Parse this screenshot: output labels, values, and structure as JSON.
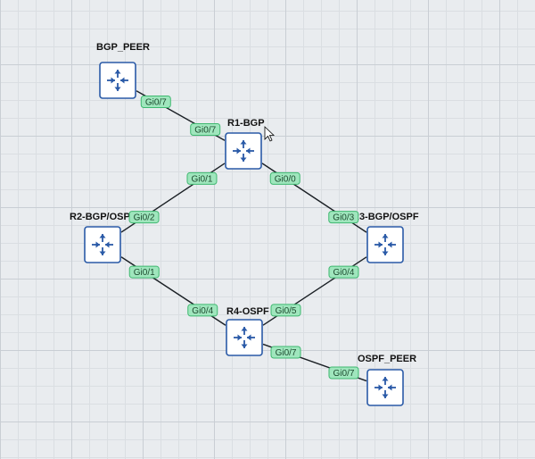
{
  "colors": {
    "node_border": "#2a5aa7",
    "port_fill": "#9fe6bd",
    "port_border": "#3fb870",
    "link": "#1a1f24"
  },
  "nodes": {
    "bgp_peer": {
      "label": "BGP_PEER",
      "icon": "router-icon"
    },
    "r1": {
      "label": "R1-BGP",
      "icon": "router-icon"
    },
    "r2": {
      "label": "R2-BGP/OSPF",
      "icon": "router-icon"
    },
    "r3": {
      "label": "R3-BGP/OSPF",
      "icon": "router-icon"
    },
    "r4": {
      "label": "R4-OSPF",
      "icon": "router-icon"
    },
    "ospf_peer": {
      "label": "OSPF_PEER",
      "icon": "router-icon"
    }
  },
  "links": [
    {
      "from": "bgp_peer",
      "to": "r1",
      "from_port": "Gi0/7",
      "to_port": "Gi0/7"
    },
    {
      "from": "r1",
      "to": "r2",
      "from_port": "Gi0/1",
      "to_port": "Gi0/2"
    },
    {
      "from": "r1",
      "to": "r3",
      "from_port": "Gi0/0",
      "to_port": "Gi0/3"
    },
    {
      "from": "r2",
      "to": "r4",
      "from_port": "Gi0/1",
      "to_port": "Gi0/4"
    },
    {
      "from": "r3",
      "to": "r4",
      "from_port": "Gi0/4",
      "to_port": "Gi0/5"
    },
    {
      "from": "r4",
      "to": "ospf_peer",
      "from_port": "Gi0/7",
      "to_port": "Gi0/7"
    }
  ]
}
